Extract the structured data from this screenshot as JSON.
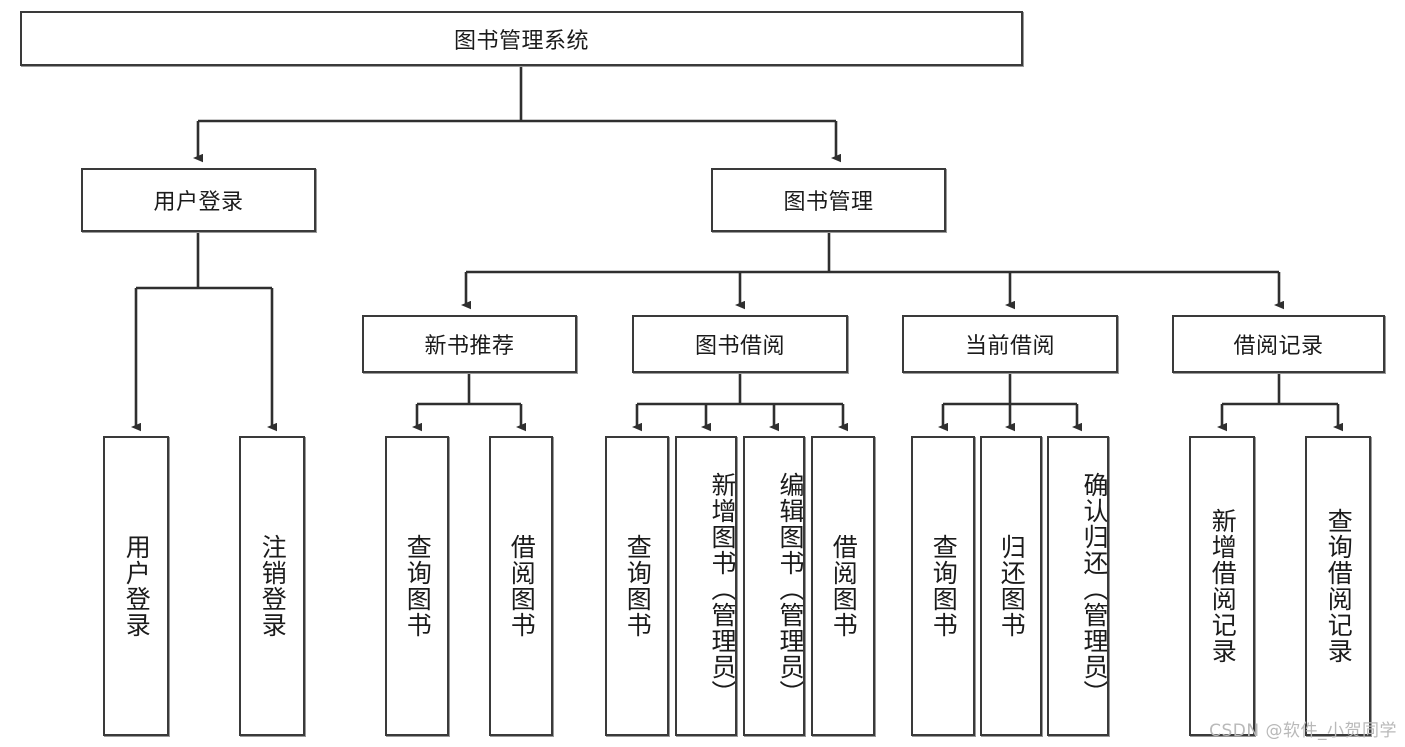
{
  "diagram": {
    "type": "tree-hierarchy",
    "title": "图书管理系统",
    "root": {
      "label": "图书管理系统",
      "level": 0
    },
    "level2": [
      {
        "id": "user-login",
        "label": "用户登录"
      },
      {
        "id": "book-manage",
        "label": "图书管理"
      }
    ],
    "level3": [
      {
        "id": "new-book-rec",
        "label": "新书推荐",
        "parent": "book-manage"
      },
      {
        "id": "book-borrow",
        "label": "图书借阅",
        "parent": "book-manage"
      },
      {
        "id": "current-borrow",
        "label": "当前借阅",
        "parent": "book-manage"
      },
      {
        "id": "borrow-record",
        "label": "借阅记录",
        "parent": "book-manage"
      }
    ],
    "leaves": [
      {
        "id": "leaf-user-login",
        "label": "用户登录",
        "parent": "user-login"
      },
      {
        "id": "leaf-logout",
        "label": "注销登录",
        "parent": "user-login"
      },
      {
        "id": "leaf-query-book-1",
        "label": "查询图书",
        "parent": "new-book-rec"
      },
      {
        "id": "leaf-borrow-book-1",
        "label": "借阅图书",
        "parent": "new-book-rec"
      },
      {
        "id": "leaf-query-book-2",
        "label": "查询图书",
        "parent": "book-borrow"
      },
      {
        "id": "leaf-add-book",
        "label": "新增图书（管理员）",
        "parent": "book-borrow"
      },
      {
        "id": "leaf-edit-book",
        "label": "编辑图书（管理员）",
        "parent": "book-borrow"
      },
      {
        "id": "leaf-borrow-book-2",
        "label": "借阅图书",
        "parent": "book-borrow"
      },
      {
        "id": "leaf-query-book-3",
        "label": "查询图书",
        "parent": "current-borrow"
      },
      {
        "id": "leaf-return-book",
        "label": "归还图书",
        "parent": "current-borrow"
      },
      {
        "id": "leaf-confirm-return",
        "label": "确认归还（管理员）",
        "parent": "current-borrow"
      },
      {
        "id": "leaf-add-record",
        "label": "新增借阅记录",
        "parent": "borrow-record"
      },
      {
        "id": "leaf-query-record",
        "label": "查询借阅记录",
        "parent": "borrow-record"
      }
    ],
    "colors": {
      "box_border": "#3a3a3a",
      "box_fill": "#ffffff",
      "connector": "#2f2f2f",
      "text": "#1b1b1b",
      "watermark": "#b9b9b9"
    }
  },
  "watermark": {
    "text": "CSDN @软件_小贺同学"
  }
}
